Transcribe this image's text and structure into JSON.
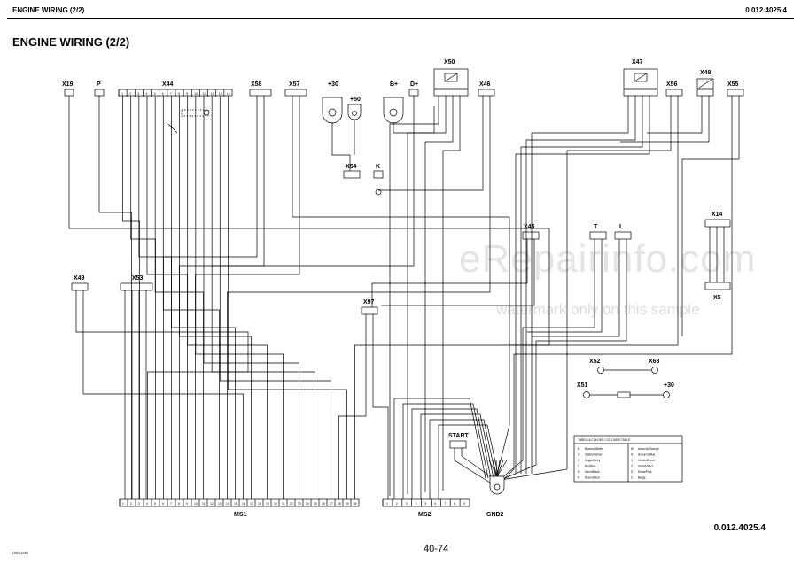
{
  "header": {
    "left": "ENGINE WIRING (2/2)",
    "right": "0.012.4025.4"
  },
  "title": "ENGINE WIRING (2/2)",
  "connectors_top": [
    {
      "label": "X19",
      "pins": 1
    },
    {
      "label": "P",
      "pins": 1
    },
    {
      "label": "X44",
      "pins": 14
    },
    {
      "label": "X58",
      "pins": 3
    },
    {
      "label": "X57",
      "pins": 3
    },
    {
      "label": "X50",
      "pins": 4
    },
    {
      "label": "X46",
      "pins": 2
    },
    {
      "label": "X47",
      "pins": 4
    },
    {
      "label": "X56",
      "pins": 2
    },
    {
      "label": "X48",
      "pins": 2
    },
    {
      "label": "X55",
      "pins": 2
    }
  ],
  "terminals": [
    "+30",
    "+50",
    "B+",
    "D+"
  ],
  "mid_connectors": [
    "X54",
    "K",
    "X45",
    "T",
    "L",
    "X14",
    "X5",
    "X49",
    "X53",
    "X97",
    "START"
  ],
  "lower_labels": {
    "ms1": "MS1",
    "ms2": "MS2",
    "gnd2": "GND2",
    "x52": "X52",
    "x63": "X63",
    "x51": "X51",
    "plus30": "+30"
  },
  "color_table": {
    "title": "TABELLA COLORI / COLOURS TABLE",
    "rows": [
      [
        "B",
        "Bianco/White",
        "M",
        "Arancio/Orange"
      ],
      [
        "G",
        "Giallo/Yellow",
        "A",
        "Azzurro/Blue"
      ],
      [
        "H",
        "Grigio/Grey",
        "V",
        "Verde/Green"
      ],
      [
        "L",
        "Blu/Blue",
        "Z",
        "Viola/Violet"
      ],
      [
        "N",
        "Nero/Black",
        "S",
        "Rosa/Pink"
      ],
      [
        "R",
        "Rosso/Red",
        "C",
        "Beige"
      ]
    ]
  },
  "watermark": {
    "main": "eRepairinfo.com",
    "sub": "watermark only on this sample"
  },
  "footer": {
    "code": "0.012.4025.4",
    "page": "40-74",
    "doc": "D0011490"
  }
}
